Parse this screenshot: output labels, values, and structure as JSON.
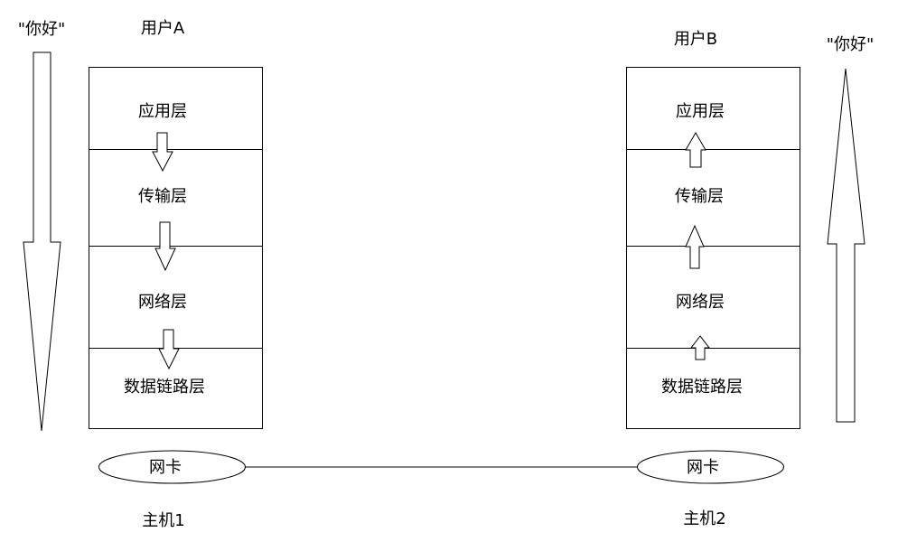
{
  "host_a": {
    "user_label": "用户A",
    "host_label": "主机1",
    "nic_label": "网卡",
    "message_label": "\"你好\"",
    "layers": [
      "应用层",
      "传输层",
      "网络层",
      "数据链路层"
    ]
  },
  "host_b": {
    "user_label": "用户B",
    "host_label": "主机2",
    "nic_label": "网卡",
    "message_label": "\"你好\"",
    "layers": [
      "应用层",
      "传输层",
      "网络层",
      "数据链路层"
    ]
  }
}
